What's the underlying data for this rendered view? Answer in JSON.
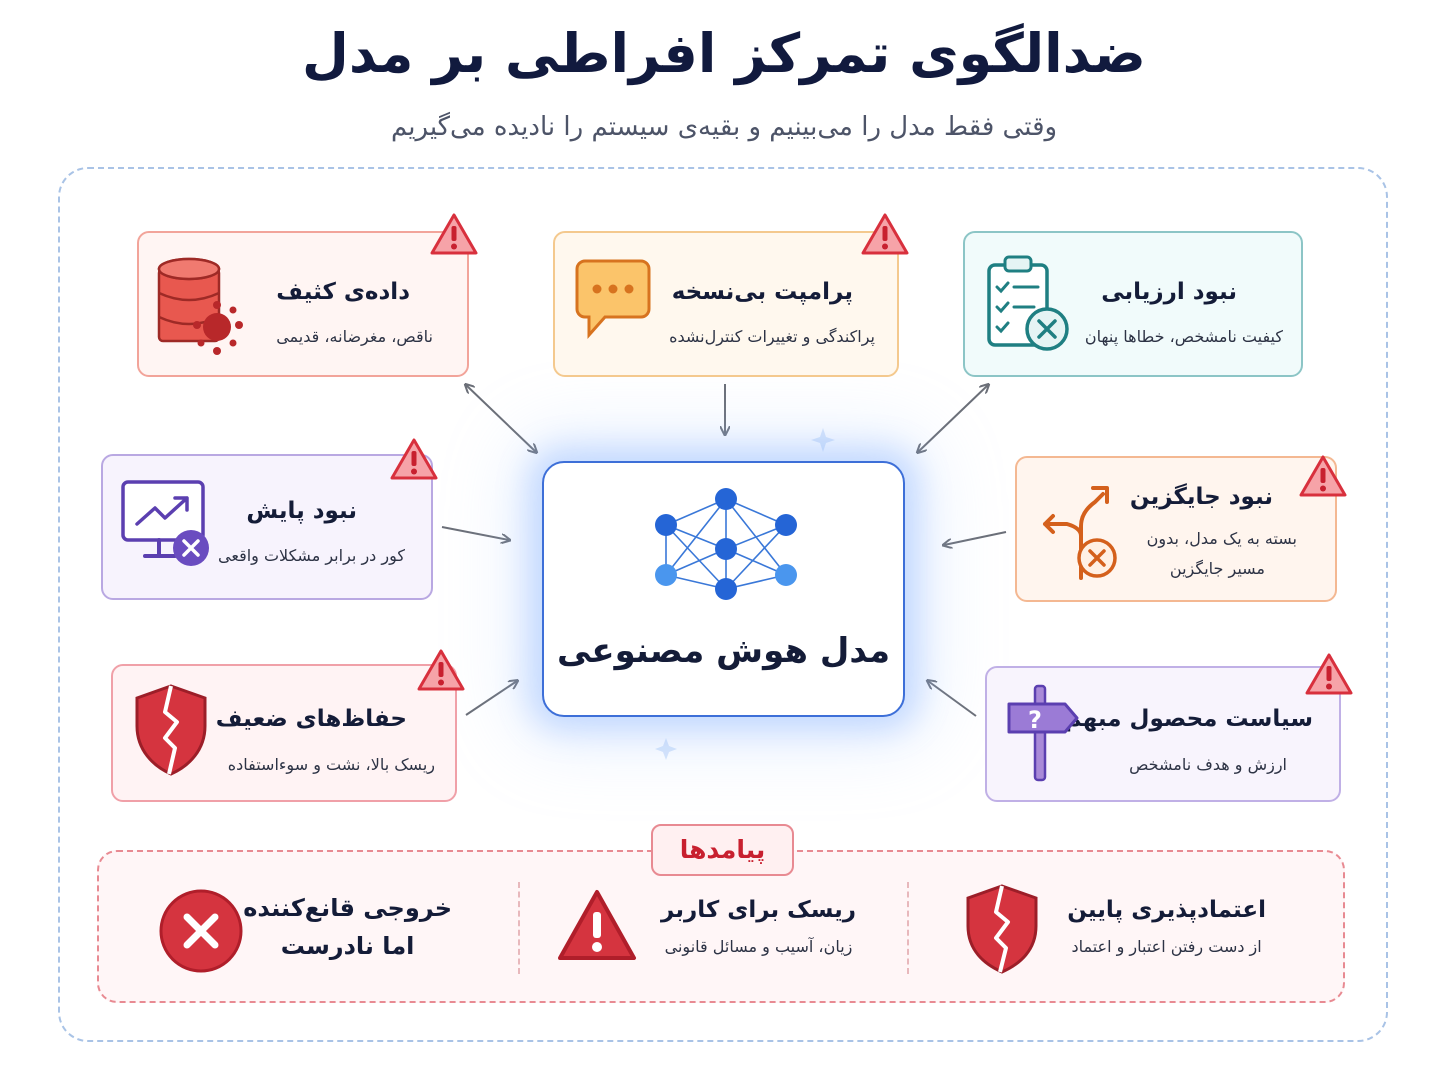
{
  "title": "ضدالگوی تمرکز افراطی بر مدل",
  "subtitle": "وقتی فقط مدل را می‌بینیم و بقیه‌ی سیستم را نادیده می‌گیریم",
  "center": {
    "label": "مدل هوش مصنوعی",
    "icon": "neural-network-icon"
  },
  "cards": {
    "dirty_data": {
      "title": "داده‌ی کثیف",
      "desc": "ناقص، مغرضانه، قدیمی",
      "icon": "database-virus-icon",
      "color": "#e8584f"
    },
    "unversioned_prompt": {
      "title": "پرامپت بی‌نسخه",
      "desc": "پراکندگی و تغییرات کنترل‌نشده",
      "icon": "chat-bubble-icon",
      "color": "#f0a23a"
    },
    "no_evaluation": {
      "title": "نبود ارزیابی",
      "desc": "کیفیت نامشخص، خطاها پنهان",
      "icon": "clipboard-x-icon",
      "color": "#2a8a8c"
    },
    "no_monitoring": {
      "title": "نبود پایش",
      "desc": "کور در برابر مشکلات واقعی",
      "icon": "monitor-x-icon",
      "color": "#7a5cc4"
    },
    "no_fallback": {
      "title": "نبود جایگزین",
      "desc_lines": [
        "بسته به یک مدل، بدون",
        "مسیر جایگزین"
      ],
      "icon": "split-path-x-icon",
      "color": "#e0682a"
    },
    "weak_guardrails": {
      "title": "حفاظ‌های ضعیف",
      "desc": "ریسک بالا، نشت و سوءاستفاده",
      "icon": "broken-shield-icon",
      "color": "#c8303a"
    },
    "vague_policy": {
      "title": "سیاست محصول مبهم",
      "desc": "ارزش و هدف نامشخص",
      "icon": "signpost-question-icon",
      "color": "#8a68cc"
    }
  },
  "consequences": {
    "label": "پیامدها",
    "items": [
      {
        "title": "اعتمادپذیری پایین",
        "desc": "از دست رفتن اعتبار و اعتماد",
        "icon": "broken-shield-icon"
      },
      {
        "title": "ریسک برای کاربر",
        "desc": "زیان، آسیب و مسائل قانونی",
        "icon": "warning-triangle-icon"
      },
      {
        "title_lines": [
          "خروجی قانع‌کننده",
          "اما نادرست"
        ],
        "icon": "x-circle-icon"
      }
    ]
  },
  "colors": {
    "accent_red": "#d93a45",
    "center_blue": "#3d6fd8",
    "arrow": "#6b6f78"
  }
}
